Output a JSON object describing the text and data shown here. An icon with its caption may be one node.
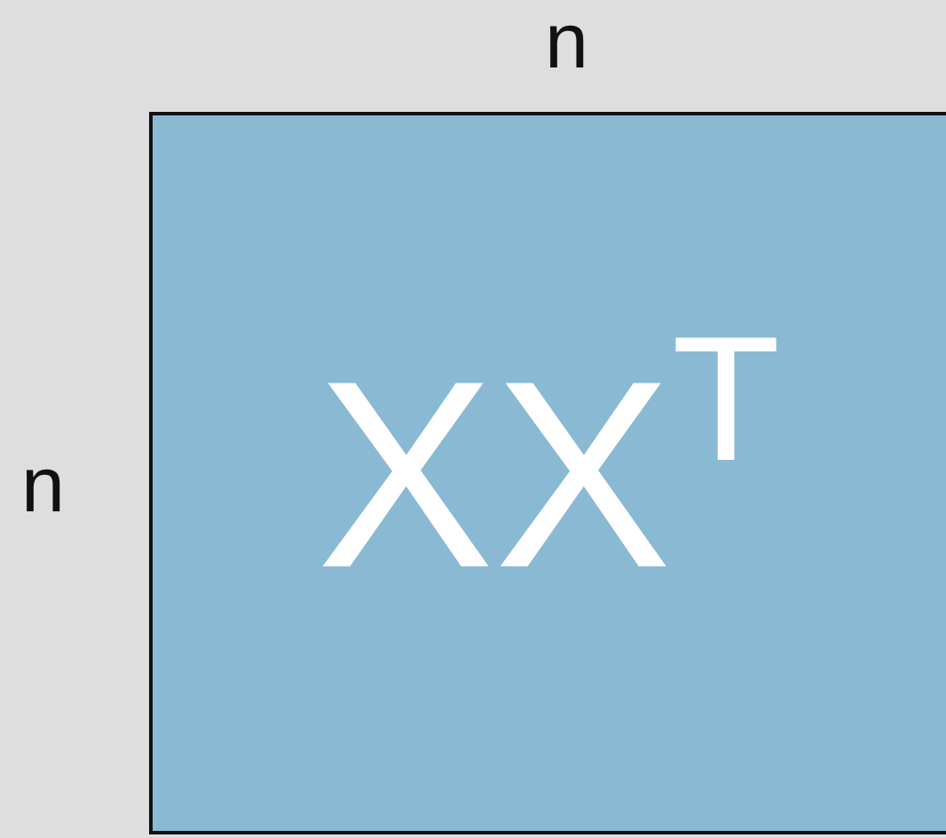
{
  "diagram": {
    "nodes": [
      {
        "text": [
          "XX$^{T}$"
        ]
      }
    ],
    "labels": [
      "n",
      "n"
    ]
  }
}
